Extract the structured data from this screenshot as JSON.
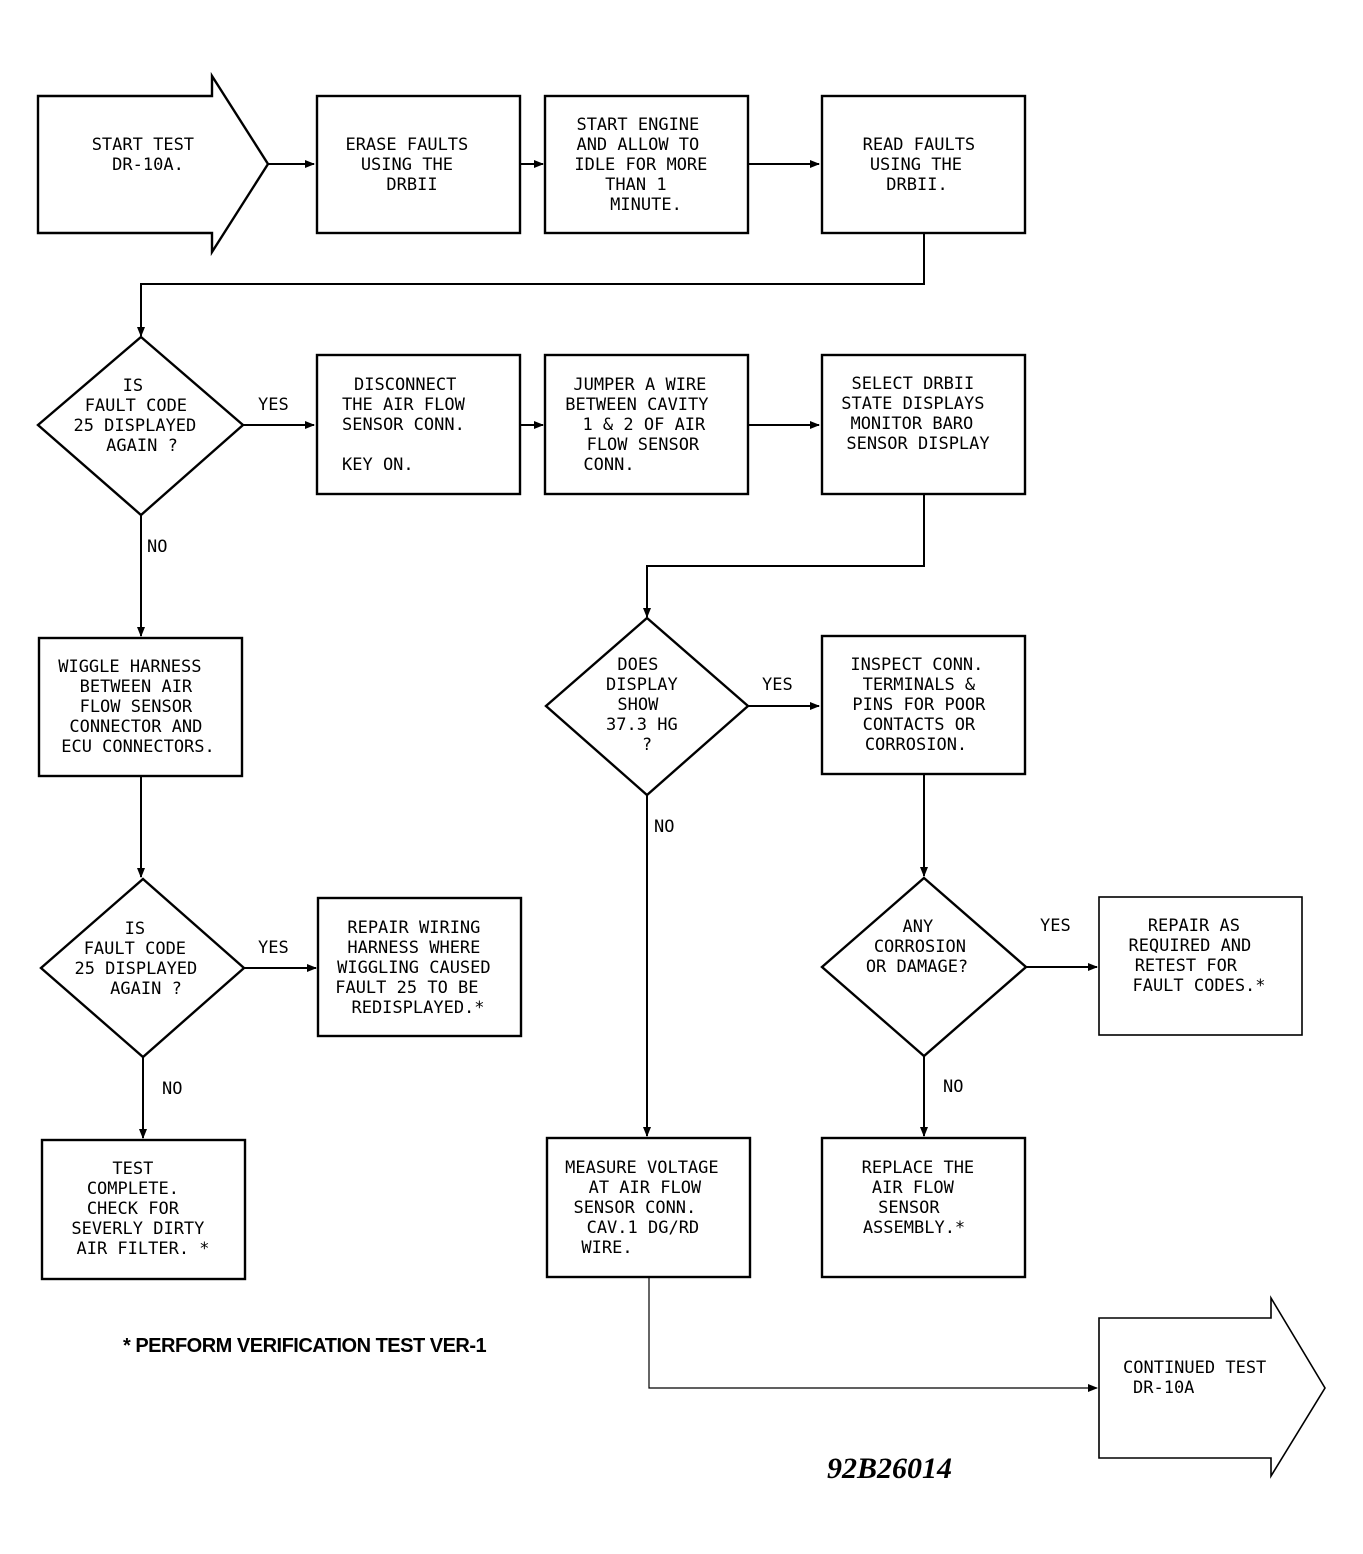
{
  "nodes": {
    "start": [
      "START TEST",
      "DR-10A."
    ],
    "erase": [
      "ERASE FAULTS",
      "USING THE",
      "DRBII"
    ],
    "start_engine": [
      "START ENGINE",
      "AND ALLOW TO",
      "IDLE FOR MORE",
      "THAN 1",
      "MINUTE."
    ],
    "read": [
      "READ FAULTS",
      "USING THE",
      "DRBII."
    ],
    "d1": [
      "IS",
      "FAULT CODE",
      "25 DISPLAYED",
      "AGAIN ?"
    ],
    "disconnect": [
      "DISCONNECT",
      "THE AIR FLOW",
      "SENSOR CONN.",
      "",
      "KEY ON."
    ],
    "jumper": [
      "JUMPER A WIRE",
      "BETWEEN CAVITY",
      "1 & 2 OF AIR",
      "FLOW SENSOR",
      "CONN."
    ],
    "select": [
      "SELECT DRBII",
      "STATE DISPLAYS",
      "MONITOR BARO",
      "SENSOR DISPLAY"
    ],
    "wiggle": [
      "WIGGLE HARNESS",
      "BETWEEN AIR",
      "FLOW SENSOR",
      "CONNECTOR AND",
      "ECU CONNECTORS."
    ],
    "d2": [
      "DOES",
      "DISPLAY",
      "SHOW",
      "37.3 HG",
      "?"
    ],
    "inspect": [
      "INSPECT CONN.",
      "TERMINALS &",
      "PINS FOR POOR",
      "CONTACTS OR",
      "CORROSION."
    ],
    "d3": [
      "IS",
      "FAULT CODE",
      "25 DISPLAYED",
      "AGAIN ?"
    ],
    "repair_wiring": [
      "REPAIR WIRING",
      "HARNESS WHERE",
      "WIGGLING CAUSED",
      "FAULT 25 TO BE",
      "REDISPLAYED.*"
    ],
    "d4": [
      "ANY",
      "CORROSION",
      "OR DAMAGE?"
    ],
    "repair_required": [
      "REPAIR AS",
      "REQUIRED AND",
      "RETEST FOR",
      "FAULT CODES.*"
    ],
    "complete": [
      "TEST",
      "COMPLETE.",
      "CHECK FOR",
      "SEVERLY DIRTY",
      "AIR FILTER. *"
    ],
    "measure": [
      "MEASURE VOLTAGE",
      "AT AIR FLOW",
      "SENSOR CONN.",
      "CAV.1 DG/RD",
      "WIRE."
    ],
    "replace": [
      "REPLACE THE",
      "AIR FLOW",
      "SENSOR",
      "ASSEMBLY.*"
    ],
    "continued": [
      "CONTINUED TEST",
      "DR-10A"
    ]
  },
  "labels": {
    "yes1": "YES",
    "no1": "NO",
    "yes2": "YES",
    "no2": "NO",
    "yes3": "YES",
    "no3": "NO",
    "yes4": "YES",
    "no4": "NO"
  },
  "footnote": "* PERFORM VERIFICATION TEST VER-1",
  "figure_code": "92B26014"
}
